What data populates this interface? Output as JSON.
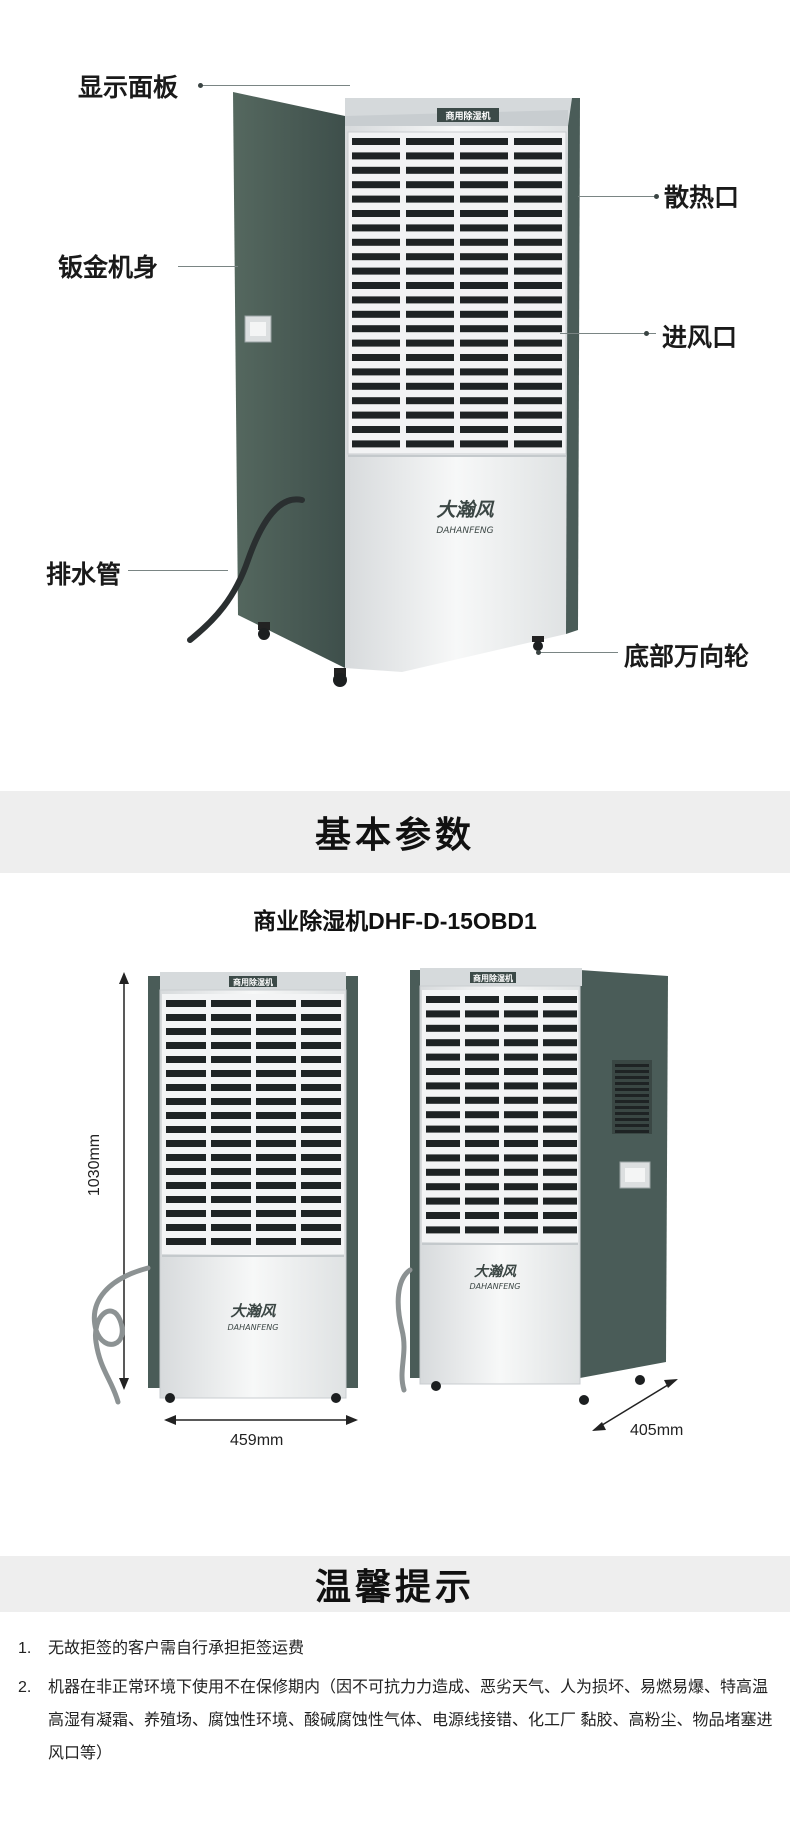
{
  "hero": {
    "unit_badge": "商用除湿机",
    "brand_cn": "大瀚风",
    "brand_en": "DAHANFENG",
    "callouts": {
      "display_panel": "显示面板",
      "sheet_metal_body": "钣金机身",
      "drain_pipe": "排水管",
      "heat_vent": "散热口",
      "air_inlet": "进风口",
      "casters": "底部万向轮"
    }
  },
  "params": {
    "section_title": "基本参数",
    "model": "商业除湿机DHF-D-15OBD1",
    "height": "1030mm",
    "width": "459mm",
    "depth": "405mm",
    "unit_badge": "商用除湿机",
    "brand_cn": "大瀚风",
    "brand_en": "DAHANFENG"
  },
  "tips": {
    "section_title": "温馨提示",
    "items": [
      {
        "num": "1.",
        "text": "无故拒签的客户需自行承担拒签运费"
      },
      {
        "num": "2.",
        "text": "机器在非正常环境下使用不在保修期内（因不可抗力力造成、恶劣天气、人为损坏、易燃易爆、特高温高湿有凝霜、养殖场、腐蚀性环境、酸碱腐蚀性气体、电源线接错、化工厂 黏胶、高粉尘、物品堵塞进风口等）"
      }
    ]
  },
  "colors": {
    "cabinet_green": "#4a5c58",
    "panel_silver": "#e8eaeb",
    "band_gray": "#eeeeee"
  }
}
